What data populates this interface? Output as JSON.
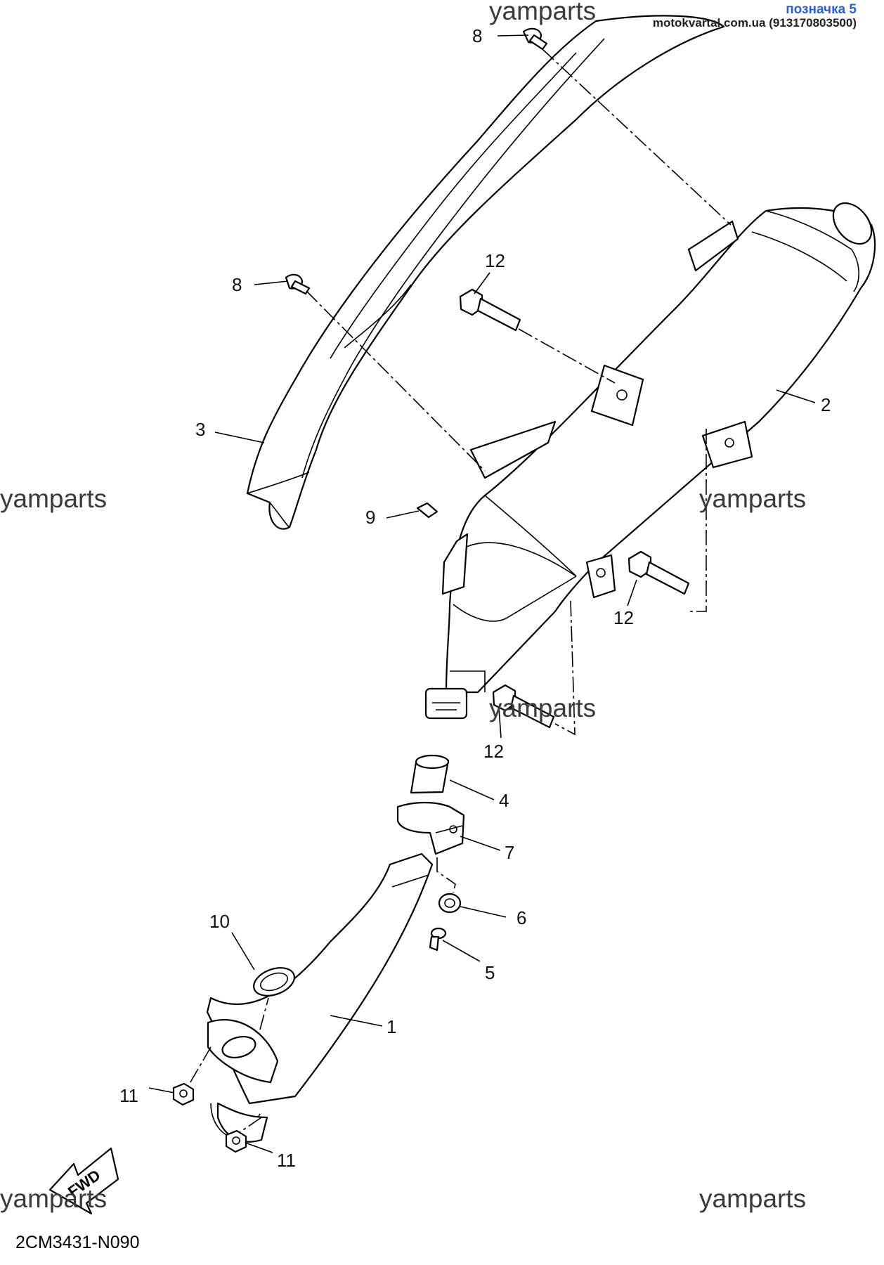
{
  "watermarks": {
    "top": "yamparts",
    "left": "yamparts",
    "right": "yamparts",
    "middle": "yamparts",
    "bottom_left": "yamparts",
    "bottom_right": "yamparts"
  },
  "badge": {
    "link": "позначка 5",
    "site": "motokvartal.com.ua (913170803500)"
  },
  "callouts": {
    "p1": "1",
    "p2": "2",
    "p3": "3",
    "p4": "4",
    "p5": "5",
    "p6": "6",
    "p7": "7",
    "p8_top": "8",
    "p8_left": "8",
    "p9": "9",
    "p10": "10",
    "p11_left": "11",
    "p11_bottom": "11",
    "p12_top": "12",
    "p12_right": "12",
    "p12_bottom": "12"
  },
  "fwd_label": "FWD",
  "part_code": "2CM3431-N090"
}
